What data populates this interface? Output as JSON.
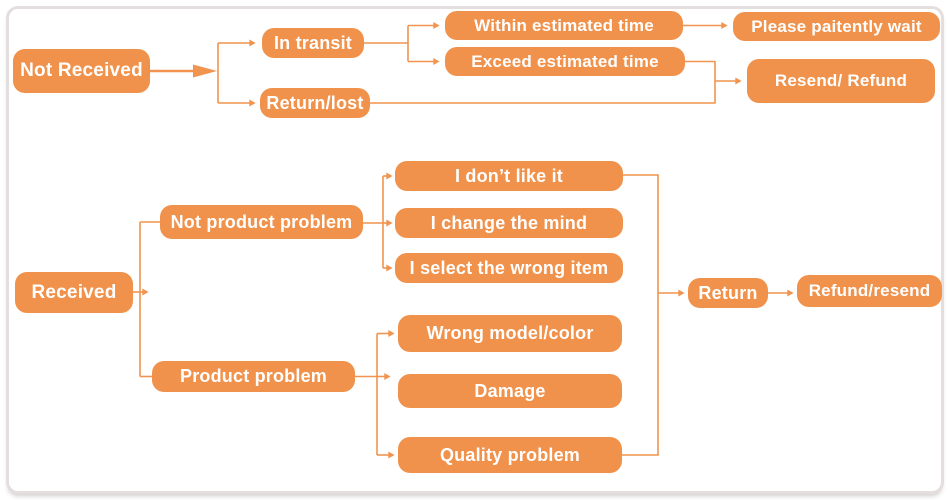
{
  "colors": {
    "node_fill": "#F0924B",
    "connector_line": "#F0944F",
    "node_text": "#FFFFFF",
    "canvas_border": "#E5DEDE",
    "background": "#FFFFFF"
  },
  "nodes": {
    "not_received": {
      "label": "Not Received"
    },
    "in_transit": {
      "label": "In transit"
    },
    "return_lost": {
      "label": "Return/lost"
    },
    "within_estimated_time": {
      "label": "Within estimated time"
    },
    "exceed_estimated_time": {
      "label": "Exceed estimated time"
    },
    "please_paitently_wait": {
      "label": "Please paitently wait"
    },
    "resend_refund": {
      "label": "Resend/ Refund"
    },
    "received": {
      "label": "Received"
    },
    "not_product_problem": {
      "label": "Not product problem"
    },
    "product_problem": {
      "label": "Product problem"
    },
    "i_dont_like_it": {
      "label": "I don’t like it"
    },
    "i_change_the_mind": {
      "label": "I change the mind"
    },
    "i_select_the_wrong_item": {
      "label": "I select the wrong item"
    },
    "wrong_model_color": {
      "label": "Wrong model/color"
    },
    "damage": {
      "label": "Damage"
    },
    "quality_problem": {
      "label": "Quality problem"
    },
    "return": {
      "label": "Return"
    },
    "refund_resend": {
      "label": "Refund/resend"
    }
  },
  "edges": [
    {
      "from": "not_received",
      "to": "in_transit"
    },
    {
      "from": "not_received",
      "to": "return_lost"
    },
    {
      "from": "in_transit",
      "to": "within_estimated_time"
    },
    {
      "from": "in_transit",
      "to": "exceed_estimated_time"
    },
    {
      "from": "within_estimated_time",
      "to": "please_paitently_wait"
    },
    {
      "from": "exceed_estimated_time",
      "to": "resend_refund"
    },
    {
      "from": "return_lost",
      "to": "resend_refund"
    },
    {
      "from": "received",
      "to": "not_product_problem"
    },
    {
      "from": "received",
      "to": "product_problem"
    },
    {
      "from": "not_product_problem",
      "to": "i_dont_like_it"
    },
    {
      "from": "not_product_problem",
      "to": "i_change_the_mind"
    },
    {
      "from": "not_product_problem",
      "to": "i_select_the_wrong_item"
    },
    {
      "from": "i_dont_like_it",
      "to": "return"
    },
    {
      "from": "product_problem",
      "to": "wrong_model_color"
    },
    {
      "from": "product_problem",
      "to": "damage"
    },
    {
      "from": "product_problem",
      "to": "quality_problem"
    },
    {
      "from": "quality_problem",
      "to": "return"
    },
    {
      "from": "return",
      "to": "refund_resend"
    }
  ]
}
